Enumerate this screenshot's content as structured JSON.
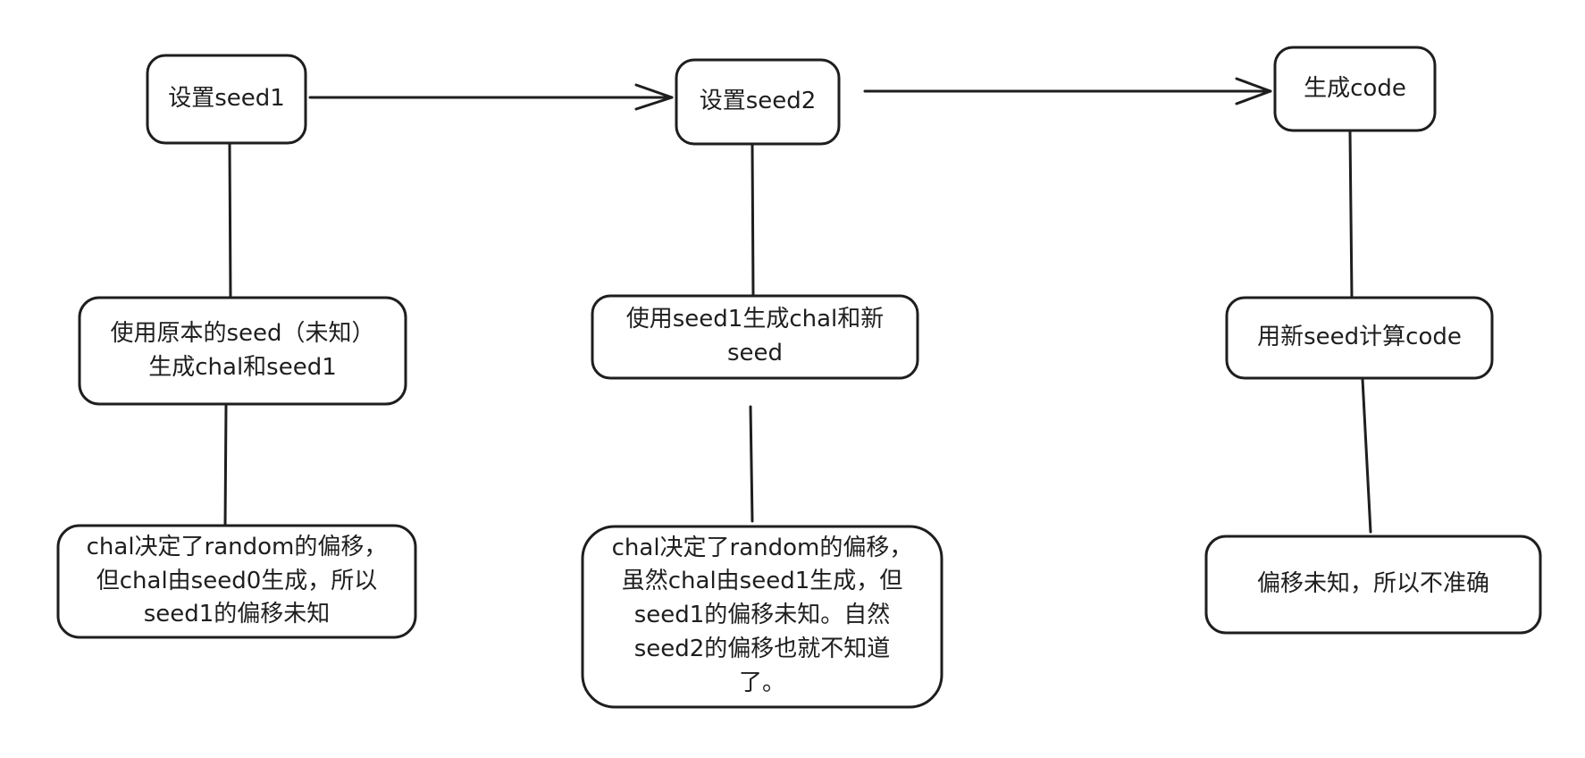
{
  "nodes": {
    "seed1": "设置seed1",
    "seed2": "设置seed2",
    "code": "生成code",
    "desc1": "使用原本的seed（未知）\n生成chal和seed1",
    "desc2": "使用seed1生成chal和新\nseed",
    "desc3": "用新seed计算code",
    "note1": "chal决定了random的偏移，\n但chal由seed0生成，所以\nseed1的偏移未知",
    "note2": "chal决定了random的偏移，\n虽然chal由seed1生成，但\nseed1的偏移未知。自然\nseed2的偏移也就不知道\n了。",
    "note3": "偏移未知，所以不准确"
  },
  "colors": {
    "stroke": "#1e1e1e",
    "background": "#ffffff",
    "box_fill": "#ffffff"
  }
}
